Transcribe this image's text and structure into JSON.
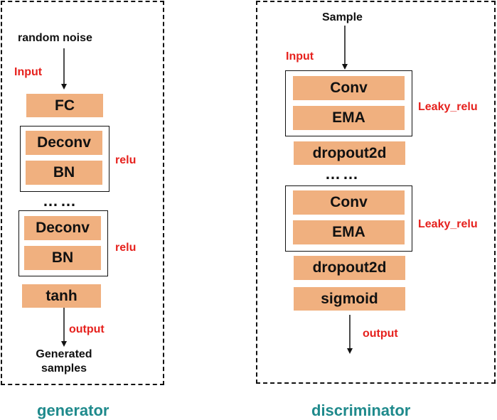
{
  "colors": {
    "block_fill": "#f0b07f",
    "label_red": "#e6211d",
    "title_teal": "#1f8a8c",
    "line": "#111111"
  },
  "generator": {
    "title": "generator",
    "input_source": "random noise",
    "input_label": "Input",
    "blocks": {
      "fc": "FC",
      "deconv1": "Deconv",
      "bn1": "BN",
      "deconv2": "Deconv",
      "bn2": "BN",
      "tanh": "tanh"
    },
    "activation_1": "relu",
    "activation_2": "relu",
    "ellipsis": "……",
    "output_label": "output",
    "output_line1": "Generated",
    "output_line2": "samples"
  },
  "discriminator": {
    "title": "discriminator",
    "input_source": "Sample",
    "input_label": "Input",
    "blocks": {
      "conv1": "Conv",
      "ema1": "EMA",
      "dropout1": "dropout2d",
      "conv2": "Conv",
      "ema2": "EMA",
      "dropout2": "dropout2d",
      "sigmoid": "sigmoid"
    },
    "activation_1": "Leaky_relu",
    "activation_2": "Leaky_relu",
    "ellipsis": "……",
    "output_label": "output"
  }
}
